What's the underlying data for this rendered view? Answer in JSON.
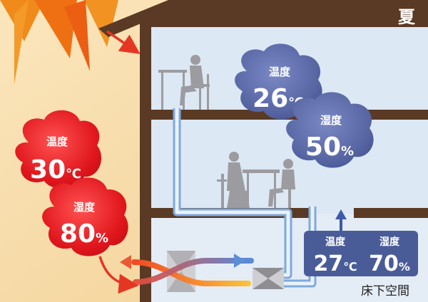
{
  "season": "夏",
  "outdoor": {
    "temp_label": "温度",
    "temp_value": "30",
    "temp_unit": "℃",
    "humidity_label": "湿度",
    "humidity_value": "80",
    "humidity_unit": "%"
  },
  "indoor": {
    "temp_label": "温度",
    "temp_value": "26",
    "temp_unit": "℃",
    "humidity_label": "湿度",
    "humidity_value": "50",
    "humidity_unit": "%"
  },
  "underfloor": {
    "temp_label": "温度",
    "temp_value": "27",
    "temp_unit": "℃",
    "humidity_label": "湿度",
    "humidity_value": "70",
    "humidity_unit": "%",
    "space_label": "床下空間"
  },
  "colors": {
    "outdoor_bg": "#f7dca6",
    "indoor_bg": "#dce8f4",
    "wood": "#5a3a24",
    "hot_cloud": "#e0171d",
    "cool_cloud": "#5867a4",
    "duct": "#a9c8ea",
    "underfloor_box": "#4a5c98"
  }
}
